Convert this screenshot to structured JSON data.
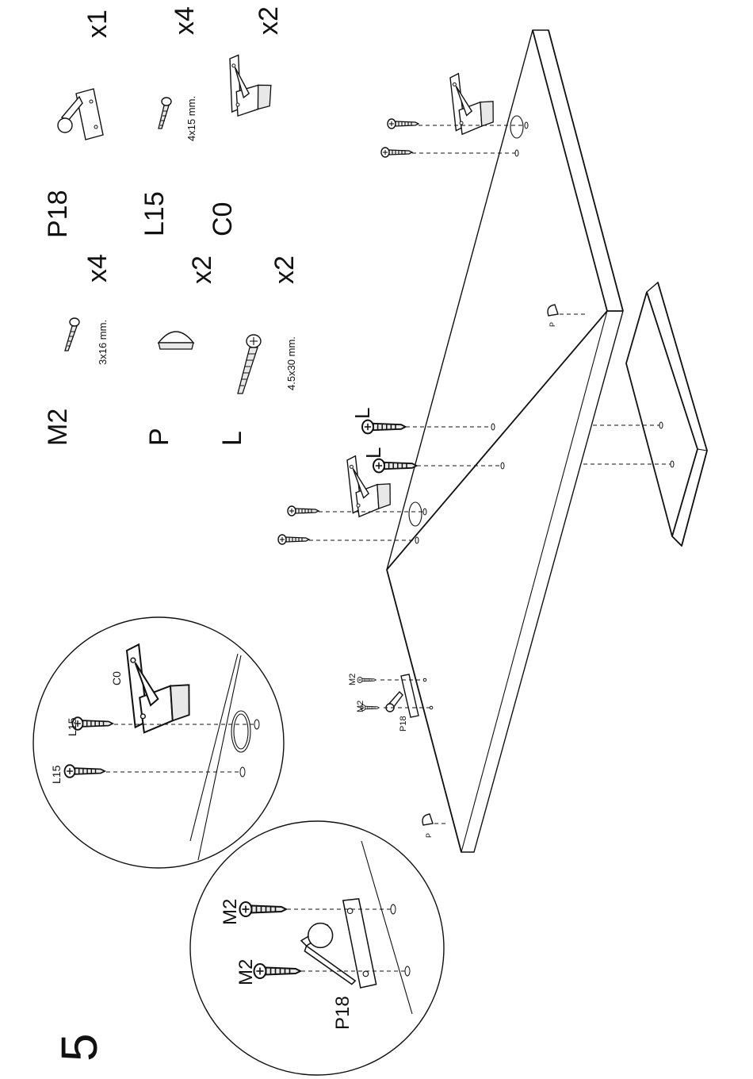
{
  "step_number": "5",
  "parts": [
    {
      "code": "P18",
      "qty": "x1",
      "dim": ""
    },
    {
      "code": "L15",
      "qty": "x4",
      "dim": "4x15 mm."
    },
    {
      "code": "C0",
      "qty": "x2",
      "dim": ""
    },
    {
      "code": "M2",
      "qty": "x4",
      "dim": "3x16 mm."
    },
    {
      "code": "P",
      "qty": "x2",
      "dim": ""
    },
    {
      "code": "L",
      "qty": "x2",
      "dim": "4.5x30 mm."
    }
  ],
  "main_labels": {
    "l_screw_1": "L",
    "l_screw_2": "L",
    "m2_1": "M2",
    "m2_2": "M2",
    "p18": "P18",
    "p_top": "P",
    "p_bottom": "P"
  },
  "detail_hinge": {
    "c0": "C0",
    "l15_1": "L15",
    "l15_2": "L15"
  },
  "detail_bracket": {
    "m2_1": "M2",
    "m2_2": "M2",
    "p18": "P18"
  }
}
